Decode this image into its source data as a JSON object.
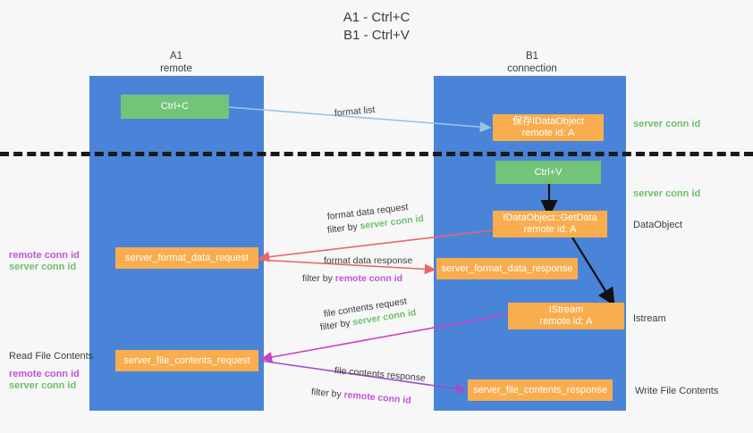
{
  "title": "A1 - Ctrl+C\nB1 - Ctrl+V",
  "columns": [
    {
      "name": "a1",
      "header": "A1\nremote"
    },
    {
      "name": "b1",
      "header": "B1\nconnection"
    }
  ],
  "nodes": {
    "ctrl_c": "Ctrl+C",
    "save_idataobject": "保存IDataObject\nremote id: A",
    "ctrl_v": "Ctrl+V",
    "getdata": "IDataObject::GetData\nremote id: A",
    "server_format_data_request": "server_format_data_request",
    "server_format_data_response": "server_format_data_response",
    "istream": "IStream\nremote id: A",
    "server_file_contents_request": "server_file_contents_request",
    "server_file_contents_response": "server_file_contents_response"
  },
  "right_labels": {
    "server_conn_id_top": "server conn id",
    "server_conn_id_mid": "server conn id",
    "dataobject": "DataObject",
    "istream": "Istream",
    "write_file_contents": "Write File Contents"
  },
  "left_labels": {
    "remote_conn_id_1": "remote conn id",
    "server_conn_id_1": "server conn id",
    "read_file_contents": "Read File Contents",
    "remote_conn_id_2": "remote conn id",
    "server_conn_id_2": "server conn id"
  },
  "edges": {
    "format_list": "format list",
    "format_data_request": "format data request",
    "filter_by": "filter by",
    "format_data_request_conn": "server conn id",
    "format_data_response": "format data response",
    "format_data_response_conn": "remote conn id",
    "file_contents_request": "file contents request",
    "file_contents_request_conn": "server conn id",
    "file_contents_response": "file contents response",
    "file_contents_response_conn": "remote conn id"
  },
  "colors": {
    "column_blue": "#4a84d8",
    "node_green": "#73c378",
    "node_orange": "#f9ad4e",
    "arrow_light_blue": "#9cc3e8",
    "arrow_red": "#e8666c",
    "arrow_magenta": "#cf3fc4",
    "arrow_purple": "#9b4fc9",
    "arrow_black": "#111111",
    "conn_green_text": "#6cbf6c",
    "conn_purple_text": "#c252d4",
    "divider_black": "#1a1a1a"
  }
}
